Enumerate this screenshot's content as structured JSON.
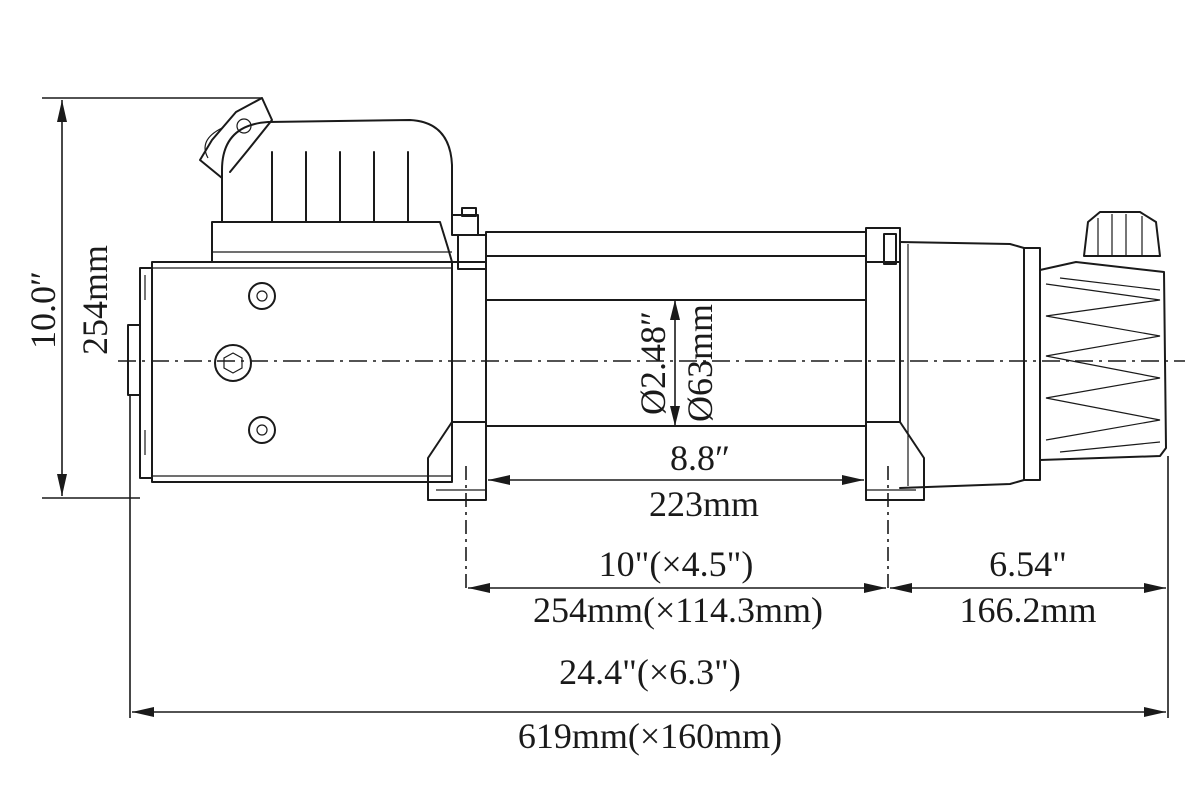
{
  "dimensions": {
    "height_in": "10.0″",
    "height_mm": "254mm",
    "drum_dia_in": "Ø2.48″",
    "drum_dia_mm": "Ø63mm",
    "drum_len_in": "8.8″",
    "drum_len_mm": "223mm",
    "base_in": "10\"(×4.5\")",
    "base_mm": "254mm(×114.3mm)",
    "gear_in": "6.54\"",
    "gear_mm": "166.2mm",
    "total_in": "24.4\"(×6.3\")",
    "total_mm": "619mm(×160mm)"
  }
}
